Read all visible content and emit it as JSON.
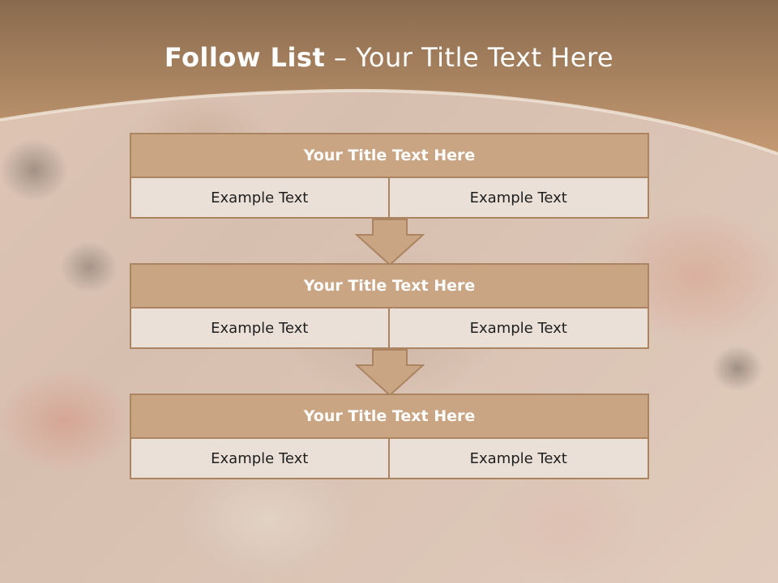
{
  "slide": {
    "title_bold": "Follow List",
    "title_rest": " – Your Title Text Here"
  },
  "blocks": [
    {
      "title": "Your Title Text Here",
      "left": "Example Text",
      "right": "Example Text"
    },
    {
      "title": "Your Title Text Here",
      "left": "Example Text",
      "right": "Example Text"
    },
    {
      "title": "Your Title Text Here",
      "left": "Example Text",
      "right": "Example Text"
    }
  ],
  "colors": {
    "header_top": "#8a6a4e",
    "header_bottom": "#c49a72",
    "title_fill": "#c9a584",
    "border": "#ab8462",
    "cell_fill": "#eae0d7",
    "arrow_fill": "#c9a584"
  }
}
